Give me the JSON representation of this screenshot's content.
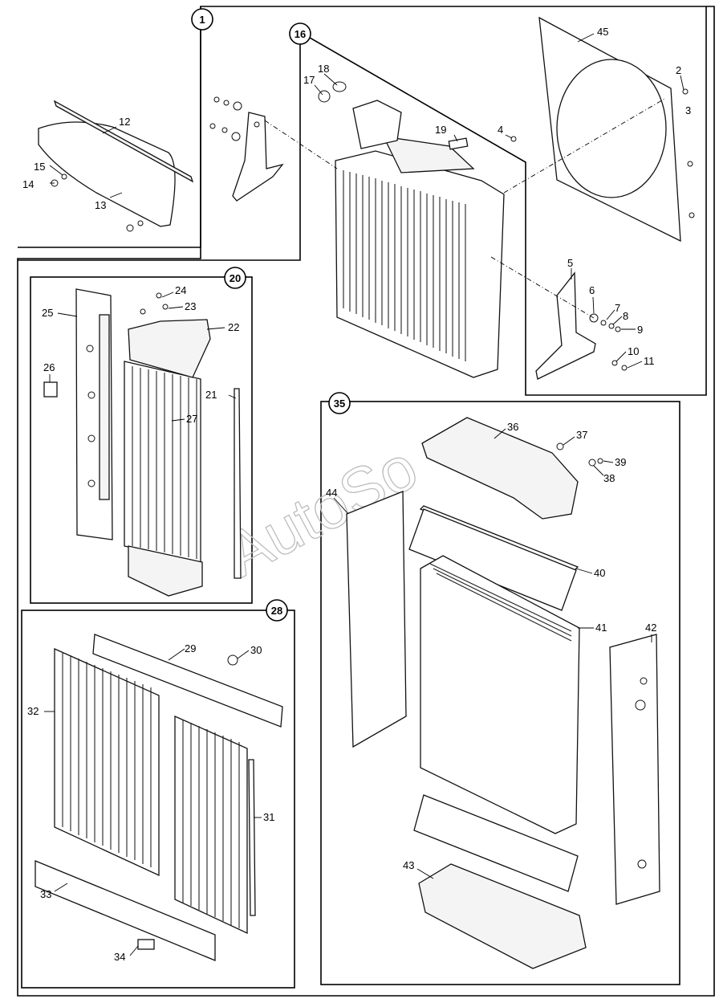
{
  "watermark": "AutoSo",
  "groups": [
    {
      "id": "g1",
      "label": "1"
    },
    {
      "id": "g16",
      "label": "16"
    },
    {
      "id": "g20",
      "label": "20"
    },
    {
      "id": "g28",
      "label": "28"
    },
    {
      "id": "g35",
      "label": "35"
    }
  ],
  "callouts": {
    "c2": "2",
    "c3": "3",
    "c4": "4",
    "c5": "5",
    "c6": "6",
    "c7": "7",
    "c8": "8",
    "c9": "9",
    "c10": "10",
    "c11": "11",
    "c12": "12",
    "c13": "13",
    "c14": "14",
    "c15": "15",
    "c17": "17",
    "c18": "18",
    "c19": "19",
    "c21": "21",
    "c22": "22",
    "c23": "23",
    "c24": "24",
    "c25": "25",
    "c26": "26",
    "c27": "27",
    "c29": "29",
    "c30": "30",
    "c31": "31",
    "c32": "32",
    "c33": "33",
    "c34": "34",
    "c36": "36",
    "c37": "37",
    "c38": "38",
    "c39": "39",
    "c40": "40",
    "c41": "41",
    "c42": "42",
    "c43": "43",
    "c44": "44",
    "c45": "45"
  }
}
